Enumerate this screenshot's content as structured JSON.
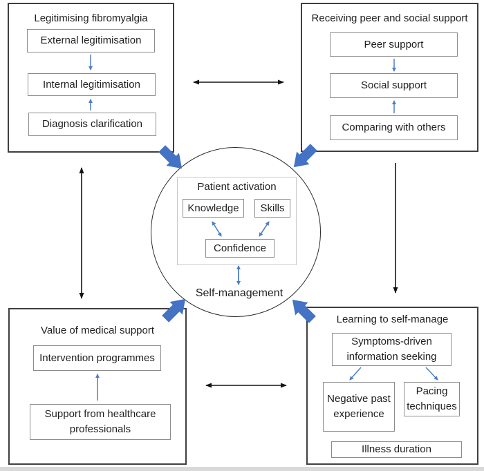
{
  "figure": {
    "description": "Conceptual model diagram: four themed panels linked by arrows to a central patient-activation circle",
    "colors": {
      "block_arrow_blue": "#4472C4",
      "thin_arrow_blue": "#4e7ec6",
      "connector_black": "#141414",
      "panel_border": "#3f3f3f",
      "node_border": "#8c8c8c",
      "background": "#ffffff"
    }
  },
  "panels": {
    "top_left": {
      "title": "Legitimising fibromyalgia",
      "items": [
        {
          "label": "External legitimisation"
        },
        {
          "label": "Internal legitimisation"
        },
        {
          "label": "Diagnosis clarification"
        }
      ]
    },
    "top_right": {
      "title": "Receiving peer and social support",
      "items": [
        {
          "label": "Peer support"
        },
        {
          "label": "Social support"
        },
        {
          "label": "Comparing with others"
        }
      ]
    },
    "bottom_left": {
      "title": "Value of medical support",
      "items": [
        {
          "label": "Intervention programmes"
        },
        {
          "label": "Support from healthcare professionals"
        }
      ]
    },
    "bottom_right": {
      "title": "Learning to self-manage",
      "items": [
        {
          "label": "Symptoms-driven information seeking"
        },
        {
          "label": "Negative past experience"
        },
        {
          "label": "Pacing techniques"
        },
        {
          "label": "Illness duration"
        }
      ]
    }
  },
  "center": {
    "title": "Patient activation",
    "knowledge": "Knowledge",
    "skills": "Skills",
    "confidence": "Confidence",
    "self_management": "Self-management"
  }
}
